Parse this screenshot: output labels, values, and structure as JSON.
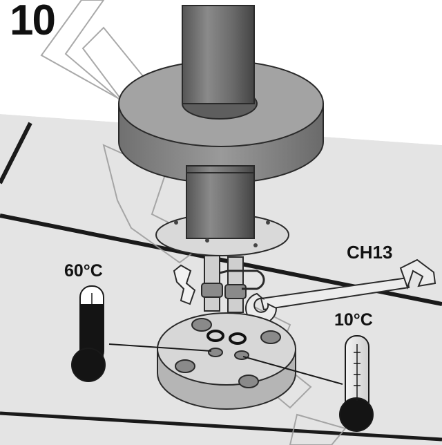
{
  "step_number": "10",
  "labels": {
    "hot_temperature": "60°C",
    "cold_temperature": "10°C",
    "wrench_size": "CH13"
  },
  "colors": {
    "floor": "#e6e6e6",
    "tube": "#6f6f6f",
    "flange": "#8d8d8d",
    "thermometer_hot": "#141414",
    "thermometer_cold": "#ffffff"
  },
  "icons": {
    "hot": "thermometer-hot-icon",
    "cold": "thermometer-cold-icon",
    "wrench": "open-end-wrench-icon"
  }
}
